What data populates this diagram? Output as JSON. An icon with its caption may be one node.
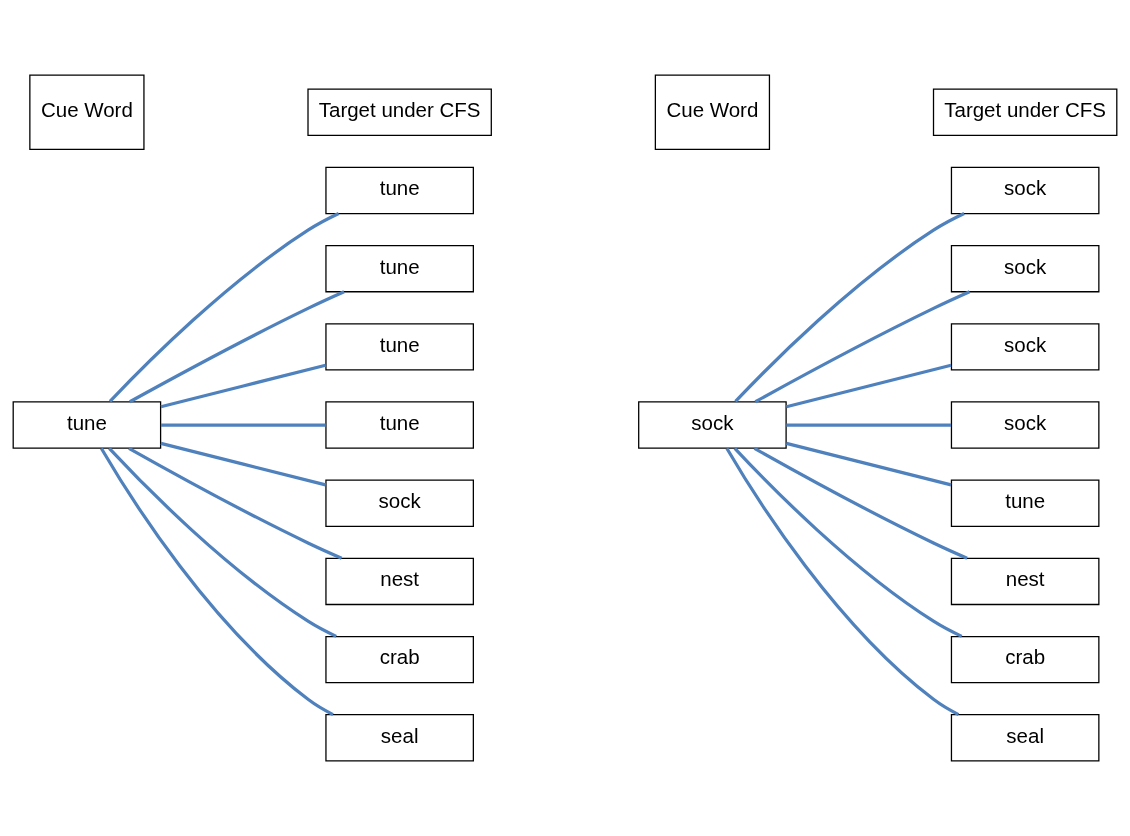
{
  "diagram": {
    "nodes": [
      {
        "text": [
          "Cue Word"
        ]
      },
      {
        "text": [
          "Target under CFS"
        ]
      },
      {
        "text": [
          "tune"
        ]
      },
      {
        "text": [
          "tune"
        ]
      },
      {
        "text": [
          "tune"
        ]
      },
      {
        "text": [
          "tune"
        ]
      },
      {
        "text": [
          "tune"
        ]
      },
      {
        "text": [
          "sock"
        ]
      },
      {
        "text": [
          "nest"
        ]
      },
      {
        "text": [
          "crab"
        ]
      },
      {
        "text": [
          "seal"
        ]
      },
      {
        "text": [
          "Cue Word"
        ]
      },
      {
        "text": [
          "Target under CFS"
        ]
      },
      {
        "text": [
          "sock"
        ]
      },
      {
        "text": [
          "sock"
        ]
      },
      {
        "text": [
          "sock"
        ]
      },
      {
        "text": [
          "sock"
        ]
      },
      {
        "text": [
          "sock"
        ]
      },
      {
        "text": [
          "tune"
        ]
      },
      {
        "text": [
          "nest"
        ]
      },
      {
        "text": [
          "crab"
        ]
      },
      {
        "text": [
          "seal"
        ]
      }
    ],
    "edges": [
      {
        "from": 2,
        "to": 3,
        "arrow": "none"
      },
      {
        "from": 2,
        "to": 4,
        "arrow": "none"
      },
      {
        "from": 2,
        "to": 5,
        "arrow": "none"
      },
      {
        "from": 2,
        "to": 6,
        "arrow": "none"
      },
      {
        "from": 2,
        "to": 7,
        "arrow": "none"
      },
      {
        "from": 2,
        "to": 8,
        "arrow": "none"
      },
      {
        "from": 2,
        "to": 9,
        "arrow": "none"
      },
      {
        "from": 2,
        "to": 10,
        "arrow": "none"
      },
      {
        "from": 13,
        "to": 14,
        "arrow": "none"
      },
      {
        "from": 13,
        "to": 15,
        "arrow": "none"
      },
      {
        "from": 13,
        "to": 16,
        "arrow": "none"
      },
      {
        "from": 13,
        "to": 17,
        "arrow": "none"
      },
      {
        "from": 13,
        "to": 18,
        "arrow": "none"
      },
      {
        "from": 13,
        "to": 19,
        "arrow": "none"
      },
      {
        "from": 13,
        "to": 20,
        "arrow": "none"
      },
      {
        "from": 13,
        "to": 21,
        "arrow": "none"
      }
    ]
  }
}
